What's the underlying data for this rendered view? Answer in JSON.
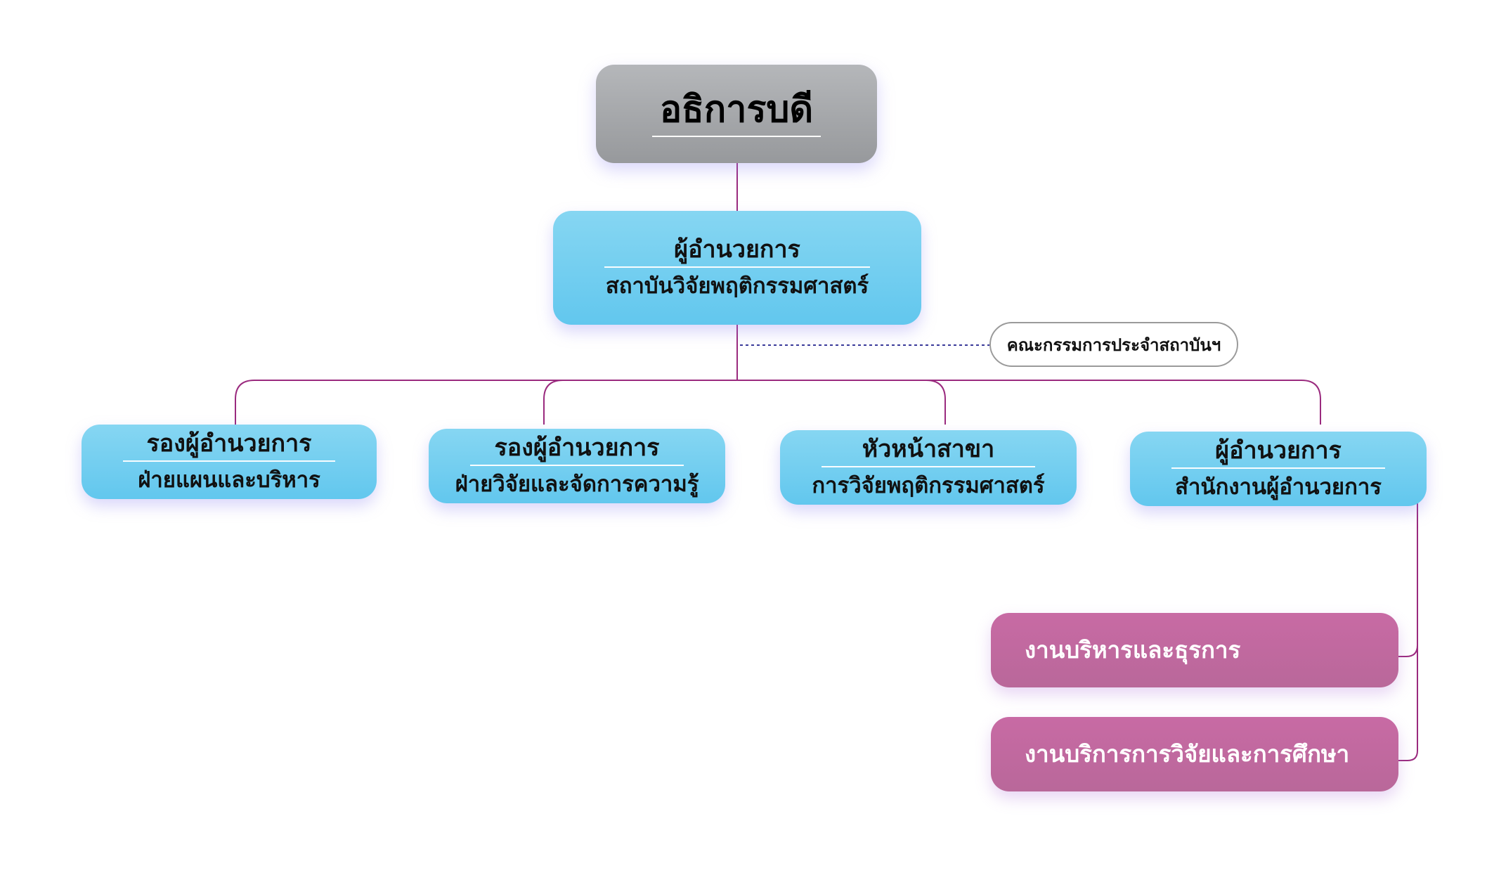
{
  "top": {
    "label": "อธิการบดี"
  },
  "director": {
    "line1": "ผู้อำนวยการ",
    "line2": "สถาบันวิจัยพฤติกรรมศาสตร์"
  },
  "committee": {
    "label": "คณะกรรมการประจำสถาบันฯ"
  },
  "units": [
    {
      "line1": "รองผู้อำนวยการ",
      "line2": "ฝ่ายแผนและบริหาร"
    },
    {
      "line1": "รองผู้อำนวยการ",
      "line2": "ฝ่ายวิจัยและจัดการความรู้"
    },
    {
      "line1": "หัวหน้าสาขา",
      "line2": "การวิจัยพฤติกรรมศาสตร์"
    },
    {
      "line1": "ผู้อำนวยการ",
      "line2": "สำนักงานผู้อำนวยการ"
    }
  ],
  "offices": [
    {
      "label": "งานบริหารและธุรการ"
    },
    {
      "label": "งานบริการการวิจัยและการศึกษา"
    }
  ],
  "colors": {
    "connector": "#9a2a7e",
    "dashed": "#3a3a9a",
    "box_blue": "#6cccf0",
    "box_gray": "#a6a8ab",
    "box_pink": "#c26aa0"
  }
}
